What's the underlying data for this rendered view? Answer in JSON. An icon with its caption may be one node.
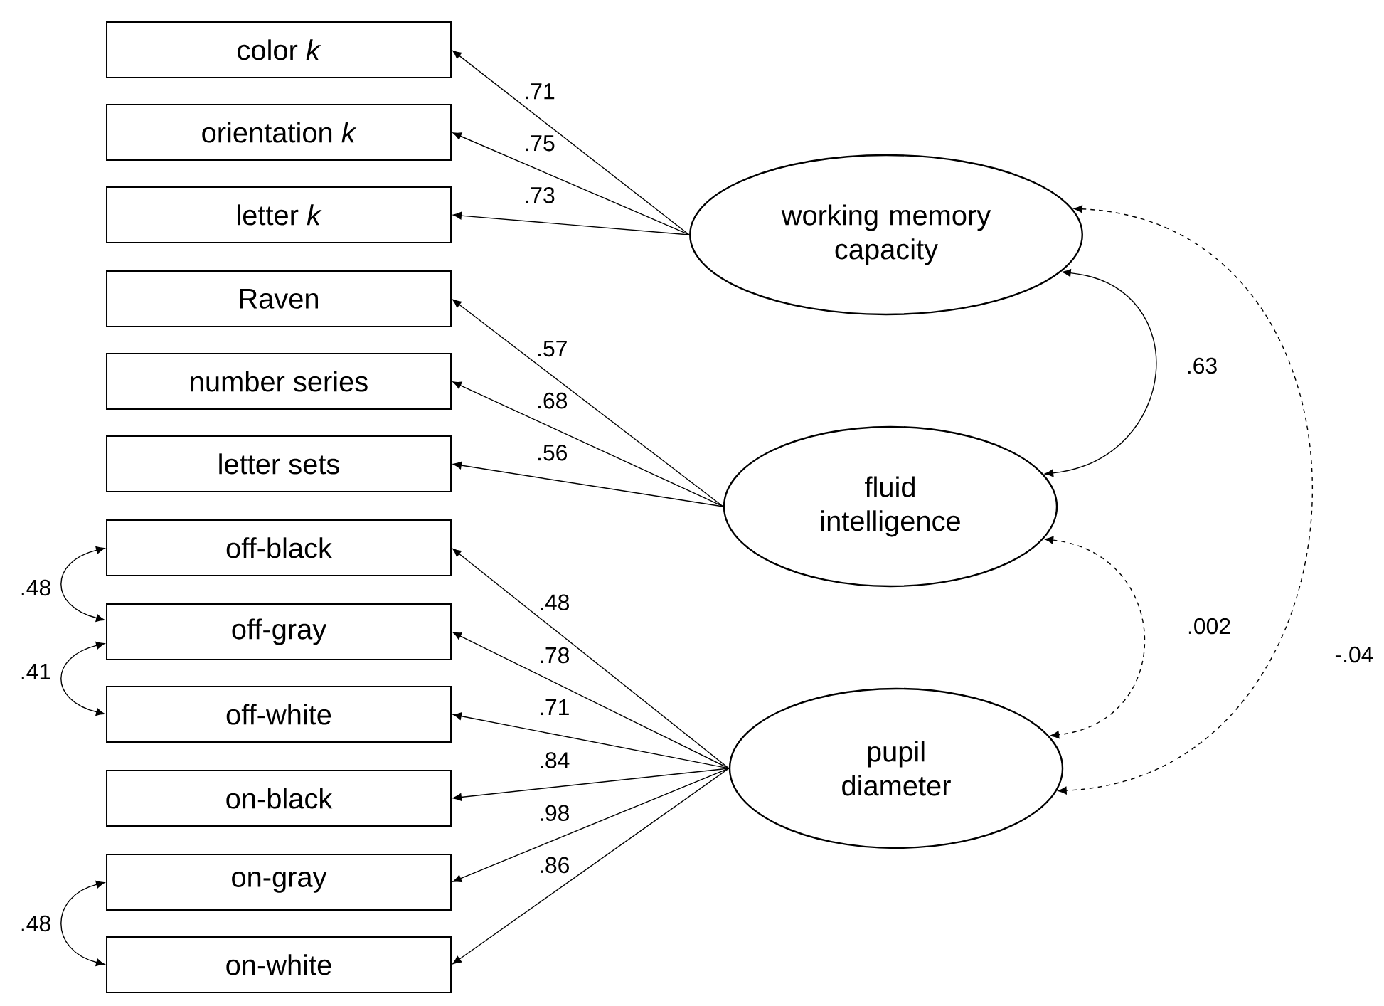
{
  "diagram": {
    "nodes": [
      {
        "text": [
          "color *k*"
        ]
      },
      {
        "text": [
          "orientation *k*"
        ]
      },
      {
        "text": [
          "letter *k*"
        ]
      },
      {
        "text": [
          "Raven"
        ]
      },
      {
        "text": [
          "number series"
        ]
      },
      {
        "text": [
          "letter sets"
        ]
      },
      {
        "text": [
          "off-black"
        ]
      },
      {
        "text": [
          "off-gray"
        ]
      },
      {
        "text": [
          "off-white"
        ]
      },
      {
        "text": [
          "on-black"
        ]
      },
      {
        "text": [
          "on-gray"
        ]
      },
      {
        "text": [
          "on-white"
        ]
      },
      {
        "text": [
          "working memory capacity"
        ]
      },
      {
        "text": [
          "fluid intelligence"
        ]
      },
      {
        "text": [
          "pupil diameter"
        ]
      }
    ],
    "edges": [
      {
        "from": 12,
        "to": 0,
        "arrow": "to",
        "label": ".71"
      },
      {
        "from": 12,
        "to": 1,
        "arrow": "to",
        "label": ".75"
      },
      {
        "from": 12,
        "to": 2,
        "arrow": "to",
        "label": ".73"
      },
      {
        "from": 13,
        "to": 3,
        "arrow": "to",
        "label": ".57"
      },
      {
        "from": 13,
        "to": 4,
        "arrow": "to",
        "label": ".68"
      },
      {
        "from": 13,
        "to": 5,
        "arrow": "to",
        "label": ".56"
      },
      {
        "from": 14,
        "to": 6,
        "arrow": "to",
        "label": ".48"
      },
      {
        "from": 14,
        "to": 7,
        "arrow": "to",
        "label": ".78"
      },
      {
        "from": 14,
        "to": 8,
        "arrow": "to",
        "label": ".71"
      },
      {
        "from": 14,
        "to": 9,
        "arrow": "to",
        "label": ".84"
      },
      {
        "from": 14,
        "to": 10,
        "arrow": "to",
        "label": ".98"
      },
      {
        "from": 14,
        "to": 11,
        "arrow": "to",
        "label": ".86"
      },
      {
        "from": 6,
        "to": 7,
        "arrow": "both",
        "label": ".48"
      },
      {
        "from": 7,
        "to": 8,
        "arrow": "both",
        "label": ".41"
      },
      {
        "from": 10,
        "to": 11,
        "arrow": "both",
        "label": ".48"
      },
      {
        "from": 12,
        "to": 13,
        "arrow": "both",
        "label": ".63"
      },
      {
        "from": 13,
        "to": 14,
        "arrow": "both",
        "label": ".002",
        "style": "dashed"
      },
      {
        "from": 12,
        "to": 14,
        "arrow": "both",
        "label": "-.04",
        "style": "dashed"
      }
    ]
  }
}
